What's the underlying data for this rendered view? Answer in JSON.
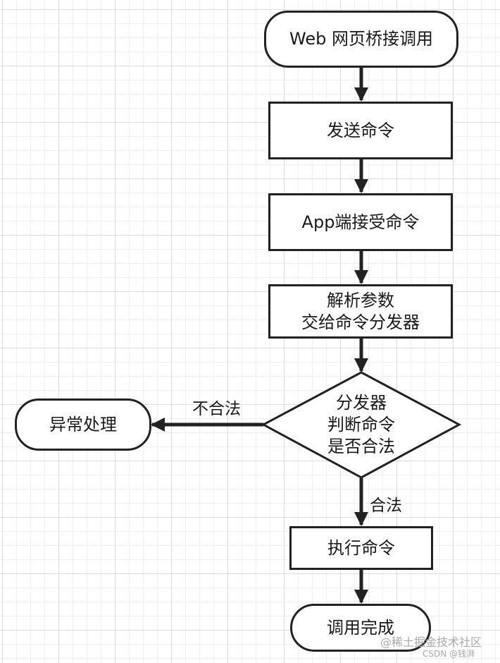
{
  "nodes": {
    "start": "Web 网页桥接调用",
    "send": "发送命令",
    "receive": "App端接受命令",
    "parse": [
      "解析参数",
      "交给命令分发器"
    ],
    "decision": [
      "分发器",
      "判断命令",
      "是否合法"
    ],
    "error": "异常处理",
    "execute": "执行命令",
    "done": "调用完成"
  },
  "edges": {
    "invalid": "不合法",
    "valid": "合法"
  },
  "watermark": {
    "site": "@稀土掘金技术社区",
    "author": "CSDN @钱湃"
  },
  "colors": {
    "stroke": "#222222",
    "grid": "#dcdcdc"
  }
}
